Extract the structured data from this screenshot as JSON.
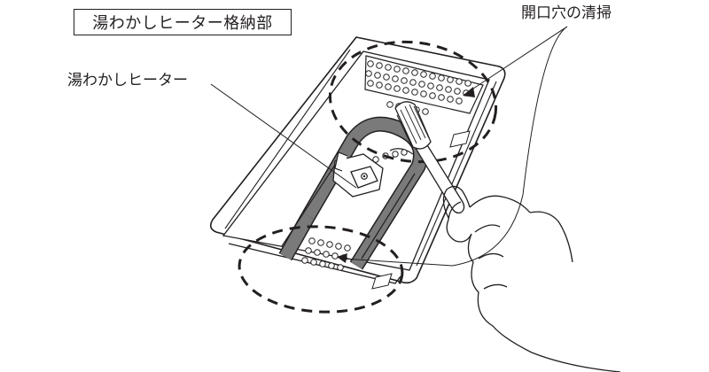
{
  "diagram": {
    "title": "湯わかしヒーター格納部",
    "labels": {
      "heater": "湯わかしヒーター",
      "opening_cleaning": "開口穴の清掃"
    },
    "colors": {
      "line": "#231f20",
      "heater_band": "#7a7a7a",
      "background": "#ffffff"
    }
  }
}
